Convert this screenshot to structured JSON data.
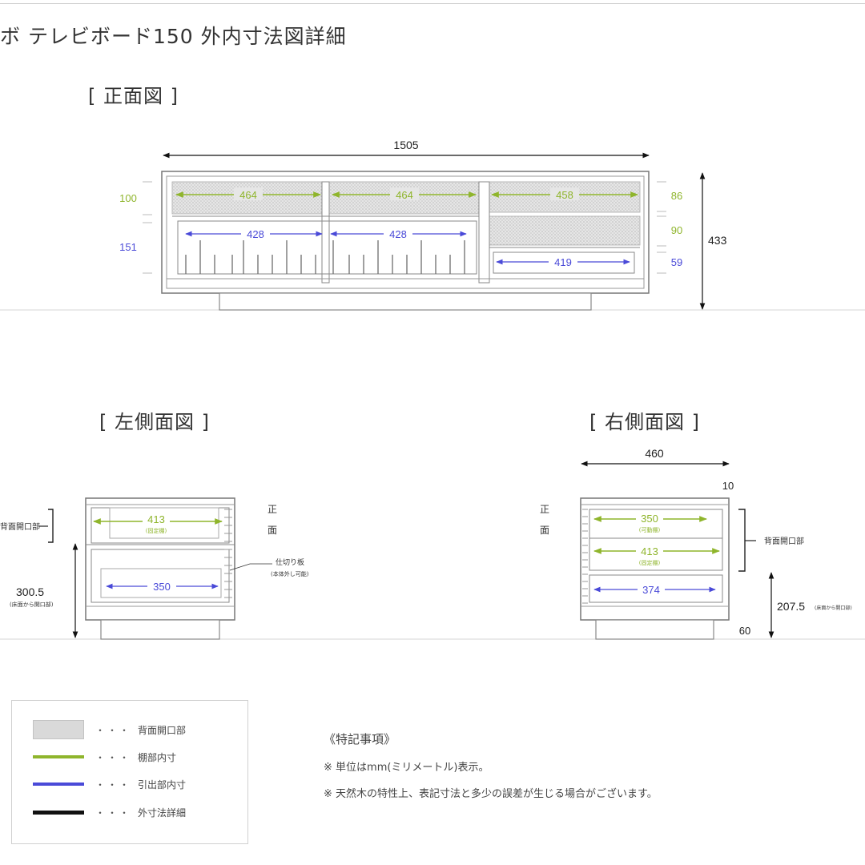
{
  "title": "ボ テレビボード150 外内寸法図詳細",
  "views": {
    "front": "[ 正面図 ]",
    "left": "[ 左側面図 ]",
    "right": "[ 右側面図 ]"
  },
  "front_dims": {
    "overall_width": "1505",
    "overall_height": "433",
    "left_heights": [
      "100",
      "151"
    ],
    "right_heights": [
      "86",
      "90",
      "59"
    ],
    "shelf_widths": [
      "464",
      "464",
      "458"
    ],
    "drawer_widths": [
      "428",
      "428",
      "419"
    ]
  },
  "left_side": {
    "back_opening": "背面開口部",
    "shelf_depth": "413",
    "shelf_depth_note": "(固定棚)",
    "drawer_depth": "350",
    "height": "300.5",
    "height_note": "(床面から開口部)",
    "front_label": [
      "正",
      "面"
    ],
    "partition_label": "仕切り板",
    "partition_note": "(本体外し可能)"
  },
  "right_side": {
    "width": "460",
    "top_thickness": "10",
    "shelf_depth_1": "350",
    "shelf_depth_1_note": "(可動棚)",
    "shelf_depth_2": "413",
    "shelf_depth_2_note": "(固定棚)",
    "drawer_depth": "374",
    "height": "207.5",
    "height_note": "(床面から開口部)",
    "base": "60",
    "back_opening": "背面開口部",
    "front_label": [
      "正",
      "面"
    ]
  },
  "legend": [
    {
      "swatch": "hatch",
      "color": "#cfcfcf",
      "label": "背面開口部"
    },
    {
      "swatch": "line",
      "color": "#8fb52c",
      "label": "棚部内寸"
    },
    {
      "swatch": "line",
      "color": "#4a4ad8",
      "label": "引出部内寸"
    },
    {
      "swatch": "line",
      "color": "#111111",
      "label": "外寸法詳細"
    }
  ],
  "legend_dots": "・・・",
  "notes": {
    "heading": "《特記事項》",
    "items": [
      "※ 単位はmm(ミリメートル)表示。",
      "※ 天然木の特性上、表記寸法と多少の誤差が生じる場合がございます。"
    ]
  },
  "colors": {
    "green": "#8fb52c",
    "blue": "#4a4ad8",
    "black": "#111111",
    "line": "#666666",
    "hatch": "#d2d2d2"
  }
}
